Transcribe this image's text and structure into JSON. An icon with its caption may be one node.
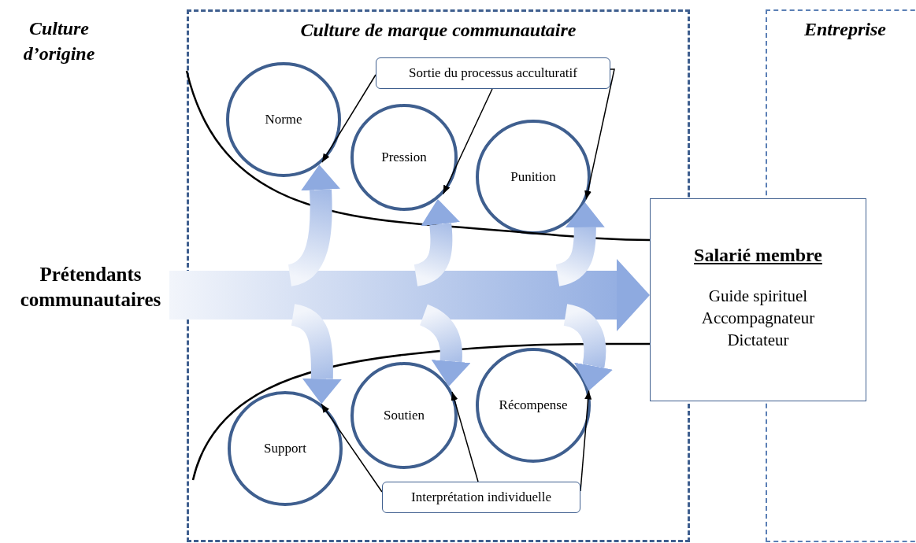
{
  "diagram": {
    "nodes": [
      {
        "text": [
          "Culture de marque communautaire"
        ]
      },
      {
        "text": [
          "Norme"
        ],
        "in": 0
      },
      {
        "text": [
          "Pression"
        ],
        "in": 0
      },
      {
        "text": [
          "Punition"
        ],
        "in": 0
      },
      {
        "text": [
          "Support"
        ],
        "in": 0
      },
      {
        "text": [
          "Soutien"
        ],
        "in": 0
      },
      {
        "text": [
          "Récompense"
        ],
        "in": 0
      },
      {
        "text": [
          "Sortie du processus acculturatif"
        ],
        "in": 0
      },
      {
        "text": [
          "Interprétation individuelle"
        ],
        "in": 0
      },
      {
        "text": [
          "Entreprise"
        ]
      },
      {
        "text": [
          "Prétendants communautaires"
        ]
      },
      {
        "text": [
          "Salarié membre",
          "Guide spirituel",
          "Accompagnateur",
          "Dictateur"
        ]
      }
    ],
    "edges": [
      {
        "from": 10,
        "to": 11,
        "arrow": "to",
        "style": "thick",
        "color": "#8eaae0"
      },
      {
        "from": null,
        "to": 1,
        "arrow": "to",
        "style": "thick",
        "color": "#8eaae0"
      },
      {
        "from": null,
        "to": 2,
        "arrow": "to",
        "style": "thick",
        "color": "#8eaae0"
      },
      {
        "from": null,
        "to": 3,
        "arrow": "to",
        "style": "thick",
        "color": "#8eaae0"
      },
      {
        "from": null,
        "to": 4,
        "arrow": "to",
        "style": "thick",
        "color": "#8eaae0"
      },
      {
        "from": null,
        "to": 5,
        "arrow": "to",
        "style": "thick",
        "color": "#8eaae0"
      },
      {
        "from": null,
        "to": 6,
        "arrow": "to",
        "style": "thick",
        "color": "#8eaae0"
      },
      {
        "from": 7,
        "to": 1,
        "arrow": "to"
      },
      {
        "from": 7,
        "to": 2,
        "arrow": "to"
      },
      {
        "from": 7,
        "to": 3,
        "arrow": "to"
      },
      {
        "from": 8,
        "to": 4,
        "arrow": "to"
      },
      {
        "from": 8,
        "to": 5,
        "arrow": "to"
      },
      {
        "from": 8,
        "to": 6,
        "arrow": "to"
      }
    ],
    "labels": [
      "Culture d’origine"
    ]
  }
}
